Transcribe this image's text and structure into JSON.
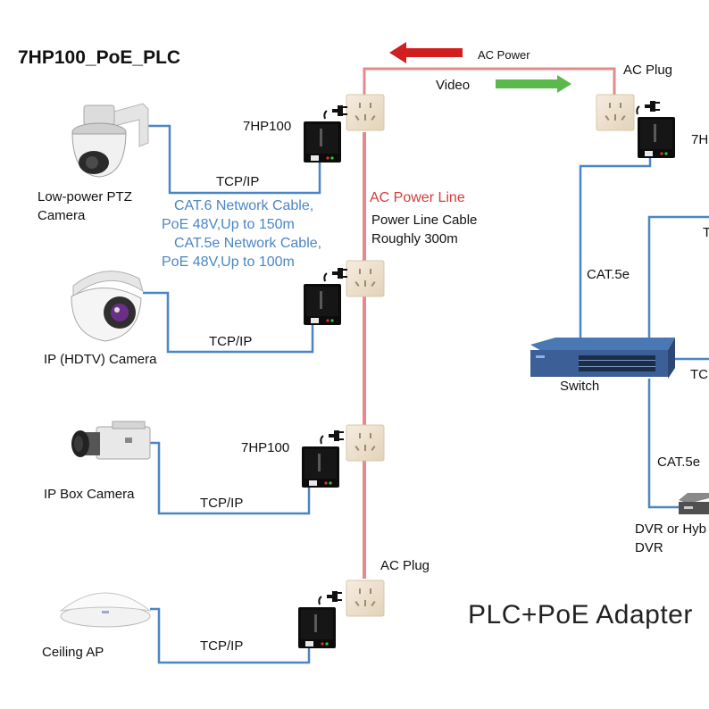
{
  "title": "7HP100_PoE_PLC",
  "caption": "PLC+PoE Adapter",
  "top": {
    "ac_power": "AC Power",
    "video": "Video",
    "ac_plug": "AC Plug"
  },
  "power_line": {
    "label": "AC Power Line",
    "desc_line1": "Power Line Cable",
    "desc_line2": "Roughly 300m"
  },
  "cable_info": {
    "line1": "CAT.6 Network Cable,",
    "line2": "PoE 48V,Up to 150m",
    "line3": "CAT.5e Network Cable,",
    "line4": "PoE 48V,Up to 100m"
  },
  "devices": {
    "ptz_line1": "Low-power PTZ",
    "ptz_line2": "Camera",
    "dome": "IP (HDTV) Camera",
    "box": "IP Box Camera",
    "ap": "Ceiling AP"
  },
  "adapters": {
    "model_a": "7HP100",
    "model_b": "7HP100",
    "model_right": "7H",
    "ac_plug_bottom": "AC Plug"
  },
  "links": {
    "tcp1": "TCP/IP",
    "tcp2": "TCP/IP",
    "tcp3": "TCP/IP",
    "tcp4": "TCP/IP",
    "right_cat5e_a": "CAT.5e",
    "right_cat5e_b": "CAT.5e",
    "right_t": "T",
    "right_tc": "TC"
  },
  "right": {
    "switch": "Switch",
    "dvr_line1": "DVR or Hyb",
    "dvr_line2": "DVR"
  },
  "colors": {
    "cable_blue": "#4a86c5",
    "power_red": "#e58a8a",
    "arrow_red": "#d11e1e",
    "arrow_green": "#5bb84a",
    "socket": "#efe3cf",
    "text_blue": "#4a86c5"
  }
}
